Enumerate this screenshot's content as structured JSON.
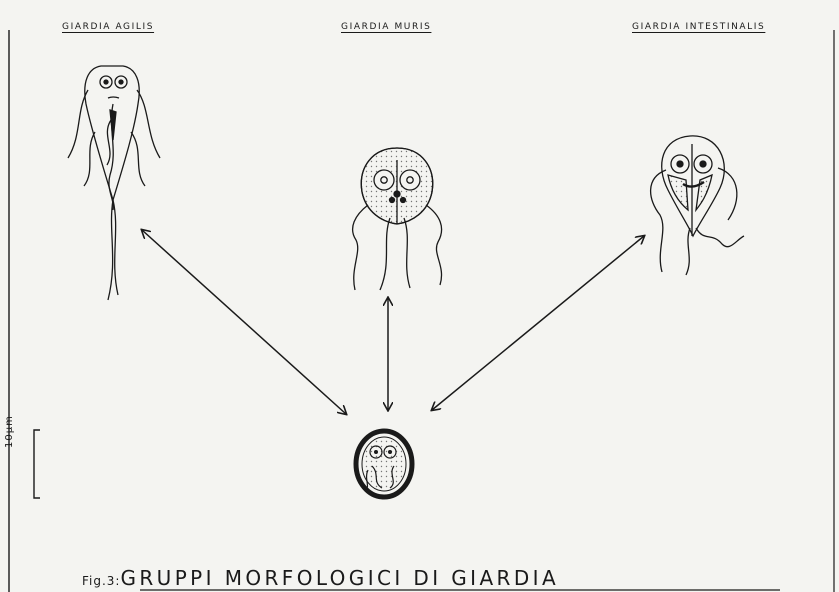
{
  "labels": {
    "agilis": "Giardia agilis",
    "muris": "Giardia muris",
    "intestinalis": "Giardia intestinalis"
  },
  "caption": {
    "prefix": "Fig.3:",
    "main": "GRUPPI MORFOLOGICI DI GIARDIA"
  },
  "scale_bar": {
    "label": "10µm"
  },
  "colors": {
    "ink": "#1a1a1a",
    "paper": "#f4f4f1",
    "stipple": "#777777"
  }
}
